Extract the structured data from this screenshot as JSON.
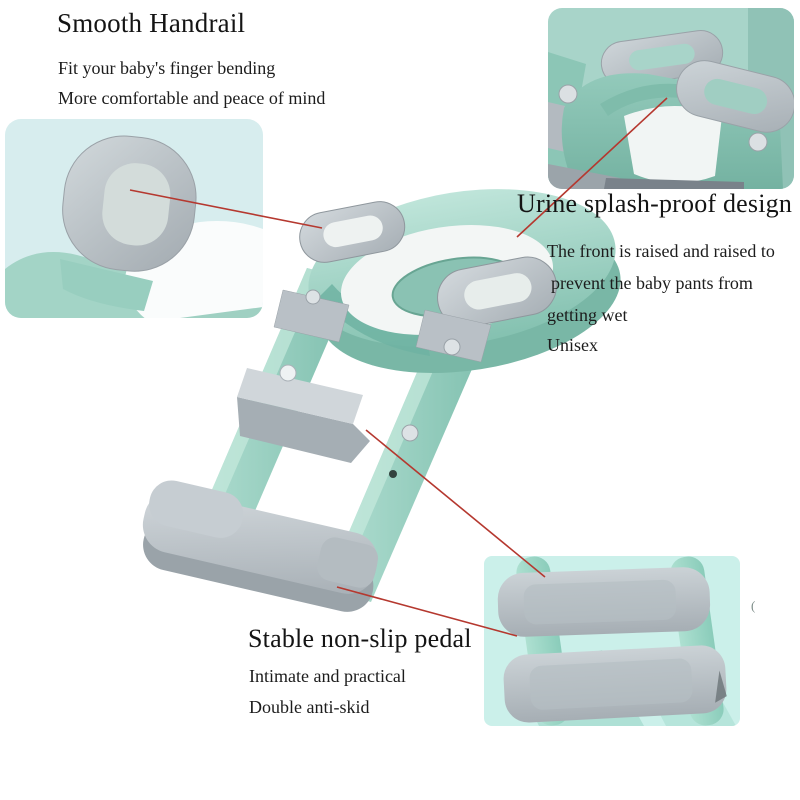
{
  "colors": {
    "background": "#ffffff",
    "annotation_line_red": "#b5382f",
    "product_teal": "#8ec8b7",
    "product_teal_dark": "#6fb3a2",
    "product_gray": "#b4bcc2",
    "cushion_white": "#f3f6f5",
    "inset_handrail_bg": "#d7edee",
    "inset_seat_bg": "#a8d4c9",
    "inset_pedal_bg": "#cbf0ea",
    "text": "#141414"
  },
  "annotations": {
    "handrail": {
      "title": "Smooth Handrail",
      "lines": [
        "Fit your baby's finger bending",
        "More comfortable and peace of mind"
      ]
    },
    "splash": {
      "title": "Urine splash-proof design",
      "lines": [
        "The front is raised and raised to",
        "prevent the baby pants from",
        "getting wet",
        "Unisex"
      ]
    },
    "pedal": {
      "title": "Stable non-slip pedal",
      "lines": [
        "Intimate and practical",
        "Double anti-skid"
      ]
    }
  },
  "artifact_mark": "("
}
